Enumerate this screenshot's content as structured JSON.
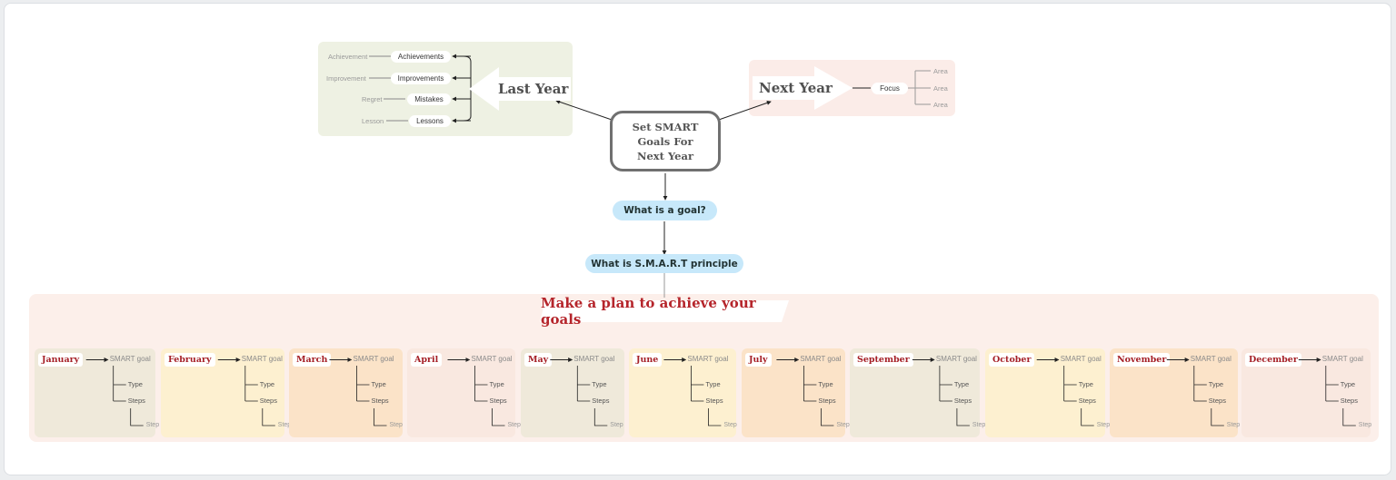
{
  "central": {
    "text": "Set SMART Goals For Next Year"
  },
  "last_year": {
    "title": "Last Year",
    "rows": [
      {
        "label": "Achievement",
        "item": "Achievements"
      },
      {
        "label": "Improvement",
        "item": "Improvements"
      },
      {
        "label": "Regret",
        "item": "Mistakes"
      },
      {
        "label": "Lesson",
        "item": "Lessons"
      }
    ]
  },
  "next_year": {
    "title": "Next Year",
    "focus": "Focus",
    "areas": [
      "Area",
      "Area",
      "Area"
    ]
  },
  "questions": {
    "goal": "What is a goal?",
    "smart": "What is S.M.A.R.T principle"
  },
  "plan": {
    "title": "Make a plan to achieve your goals",
    "smart_label": "SMART goal",
    "type_label": "Type",
    "steps_label": "Steps",
    "step_label": "Step",
    "months": [
      "January",
      "February",
      "March",
      "April",
      "May",
      "June",
      "July",
      "September",
      "October",
      "November",
      "December"
    ]
  },
  "colors": {
    "month_backgrounds": [
      "#efe9da",
      "#fdf0d0",
      "#fbe3c8",
      "#f9e8e0",
      "#efe9da",
      "#fdf0d0",
      "#fbe3c8",
      "#efe9da",
      "#fdf0d0",
      "#fbe3c8",
      "#f9e8e0"
    ],
    "month_text": "#a51f26",
    "question_pill": "#c7e8fa"
  }
}
